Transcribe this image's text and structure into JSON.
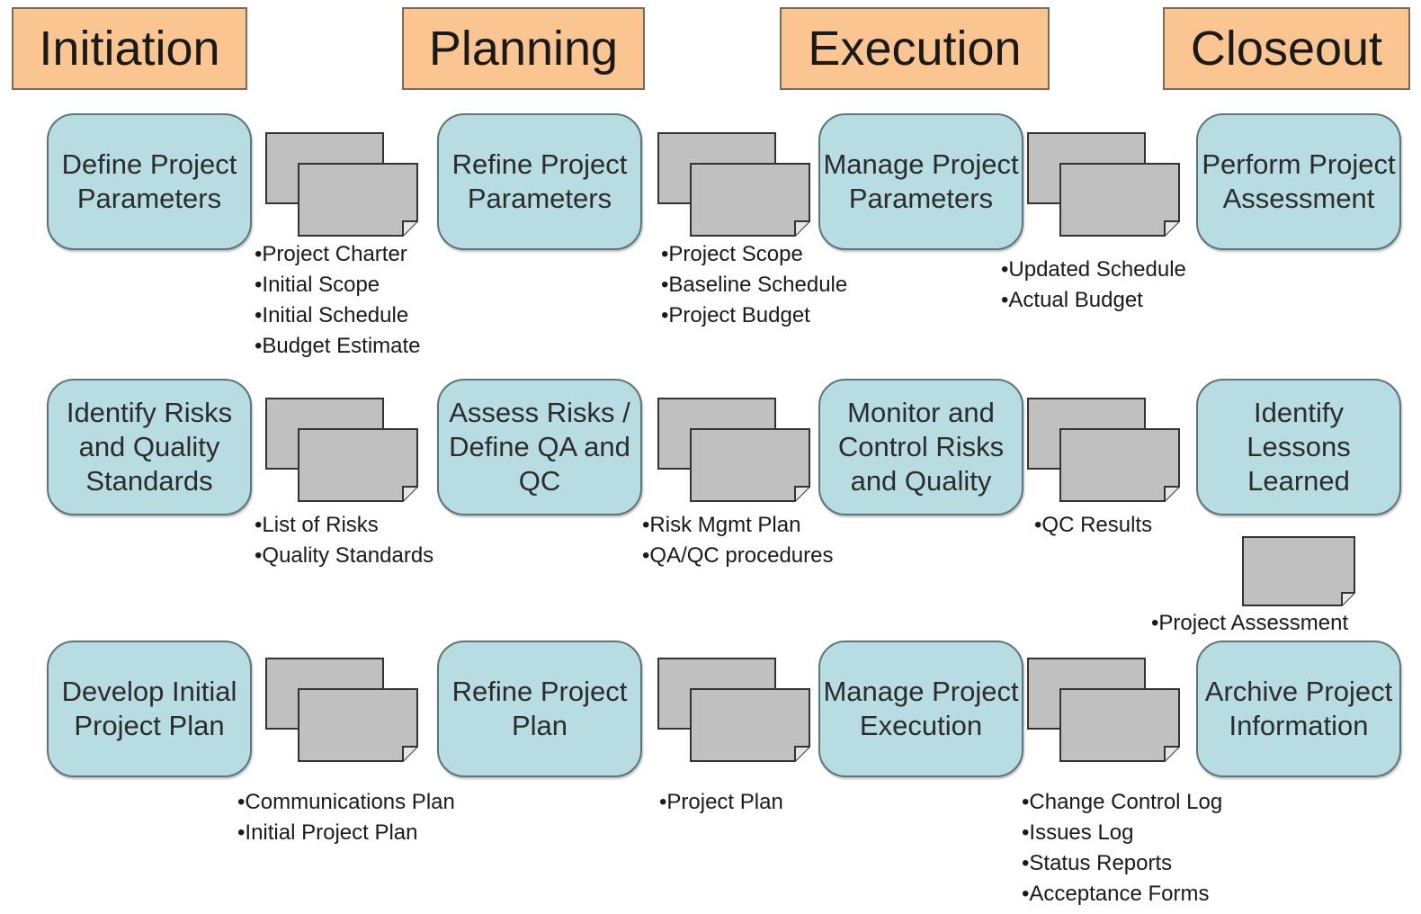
{
  "phases": [
    "Initiation",
    "Planning",
    "Execution",
    "Closeout"
  ],
  "rows": [
    {
      "processes": [
        "Define Project Parameters",
        "Refine Project Parameters",
        "Manage Project Parameters",
        "Perform Project Assessment"
      ],
      "deliverables": [
        [
          "Project Charter",
          "Initial Scope",
          "Initial Schedule",
          "Budget Estimate"
        ],
        [
          "Project Scope",
          "Baseline Schedule",
          "Project Budget"
        ],
        [
          "Updated Schedule",
          "Actual Budget"
        ]
      ]
    },
    {
      "processes": [
        "Identify Risks and Quality Standards",
        "Assess Risks / Define QA and QC",
        "Monitor and Control Risks and Quality",
        "Identify Lessons Learned"
      ],
      "deliverables": [
        [
          "List of Risks",
          "Quality Standards"
        ],
        [
          "Risk Mgmt Plan",
          "QA/QC procedures"
        ],
        [
          "QC Results"
        ]
      ],
      "closeout_deliverables": [
        "Project Assessment"
      ]
    },
    {
      "processes": [
        "Develop Initial Project Plan",
        "Refine Project Plan",
        "Manage Project Execution",
        "Archive Project Information"
      ],
      "deliverables": [
        [
          "Communications Plan",
          "Initial Project Plan"
        ],
        [
          "Project Plan"
        ],
        [
          "Change Control Log",
          "Issues Log",
          "Status Reports",
          "Acceptance Forms"
        ]
      ]
    }
  ],
  "colors": {
    "phase_fill": "#fac591",
    "process_fill": "#b7dde2",
    "document_fill": "#c0c0c0"
  },
  "icons": {
    "deliverable": "document-stack-icon"
  }
}
